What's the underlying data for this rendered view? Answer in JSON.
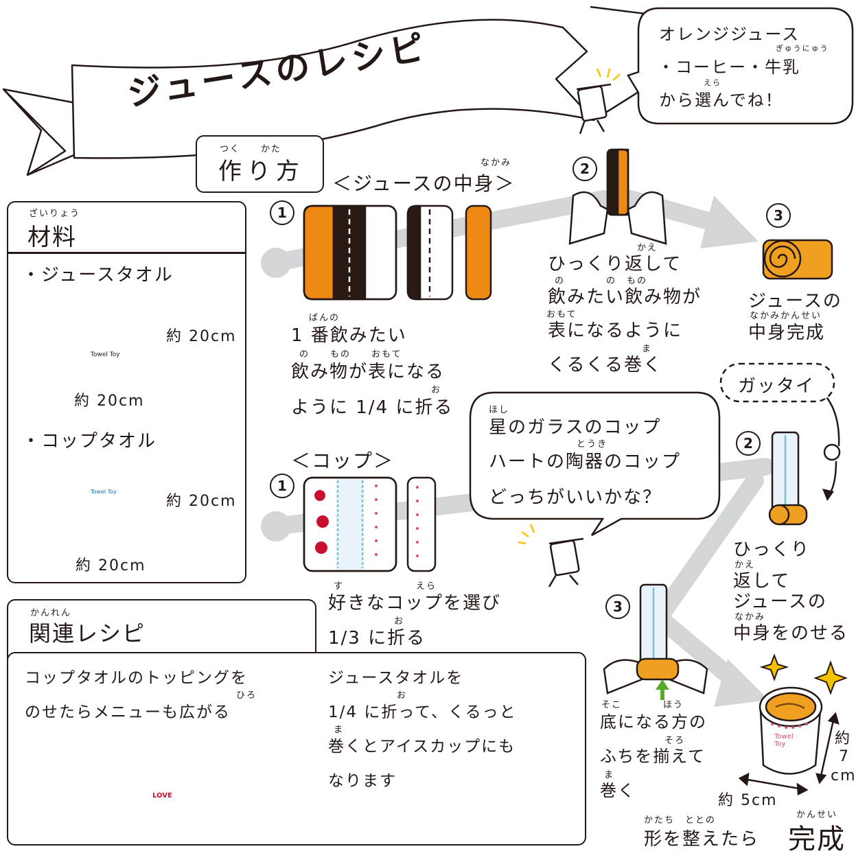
{
  "title": "ジュースのレシピ",
  "how_to": {
    "label": "作り方",
    "ruby": "つく　　かた"
  },
  "materials": {
    "label": "材料",
    "ruby": "ざいりょう",
    "juice_towel": "・ジュースタオル",
    "cup_towel": "・コップタオル",
    "size_label": "約 20cm",
    "juice_logo": "Towel Toy",
    "cup_logo": "Towel Toy"
  },
  "juice_section": {
    "heading": "＜ジュースの中身＞",
    "heading_ruby": "なかみ",
    "step1_num": "1",
    "step1_lines": [
      "1 番飲みたい",
      "飲み物が表になる",
      "ように 1/4 に折る"
    ],
    "step1_rubies": [
      "ばんの",
      "の　　もの　　おもて",
      "お"
    ],
    "step2_num": "2",
    "step2_lines": [
      "ひっくり返して",
      "飲みたい飲み物が",
      "表になるように",
      "くるくる巻く"
    ],
    "step2_rubies": [
      "かえ",
      "の　　　　の　もの",
      "おもて",
      "ま"
    ],
    "step3_num": "3",
    "step3_lines": [
      "ジュースの",
      "中身完成"
    ],
    "step3_ruby": "なかみかんせい"
  },
  "speech_top": {
    "lines": [
      "オレンジジュース",
      "・コーヒー・牛乳",
      "から選んでね！"
    ],
    "rubies": [
      "ぎゅうにゅう",
      "えら"
    ]
  },
  "cup_section": {
    "heading": "＜コップ＞",
    "step1_num": "1",
    "step1_lines": [
      "好きなコップを選び",
      "1/3 に折る"
    ],
    "step1_rubies": [
      "す　　　　　　　えら",
      "お"
    ]
  },
  "speech_mid": {
    "lines": [
      "星のガラスのコップ",
      "ハートの陶器のコップ",
      "どっちがいいかな？"
    ],
    "rubies": [
      "ほし",
      "とうき"
    ]
  },
  "gattai": {
    "label": "ガッタイ",
    "step2_num": "2",
    "step2_lines": [
      "ひっくり",
      "返して",
      "ジュースの",
      "中身をのせる"
    ],
    "step2_rubies": [
      "かえ",
      "なかみ"
    ],
    "step3_num": "3",
    "step3_lines": [
      "底になる方の",
      "ふちを揃えて",
      "巻く"
    ],
    "step3_rubies": [
      "そこ　　　　ほう",
      "そろ",
      "ま"
    ]
  },
  "final": {
    "size_w": "約 5cm",
    "size_h": [
      "約",
      "7",
      "cm"
    ],
    "line_pre": "形を整えたら",
    "line_big": "完成",
    "ruby_pre": "かたち　ととの",
    "ruby_big": "かんせい",
    "logo": "Towel Toy"
  },
  "related": {
    "label": "関連レシピ",
    "ruby": "かんれん",
    "left_lines": [
      "コップタオルのトッピングを",
      "のせたらメニューも広がる"
    ],
    "left_ruby": "ひろ",
    "right_lines": [
      "ジュースタオルを",
      "1/4 に折って、くるっと",
      "巻くとアイスカップにも",
      "なります"
    ],
    "right_rubies": [
      "お",
      "ま"
    ],
    "cookie_text": "LOVE"
  },
  "colors": {
    "orange": "#ee8a14",
    "brown": "#2a1a14",
    "gray": "#d4d5d7",
    "blue": "#7fc0dc",
    "pink": "#e5476c",
    "gold": "#f4c200",
    "ink": "#231815"
  }
}
